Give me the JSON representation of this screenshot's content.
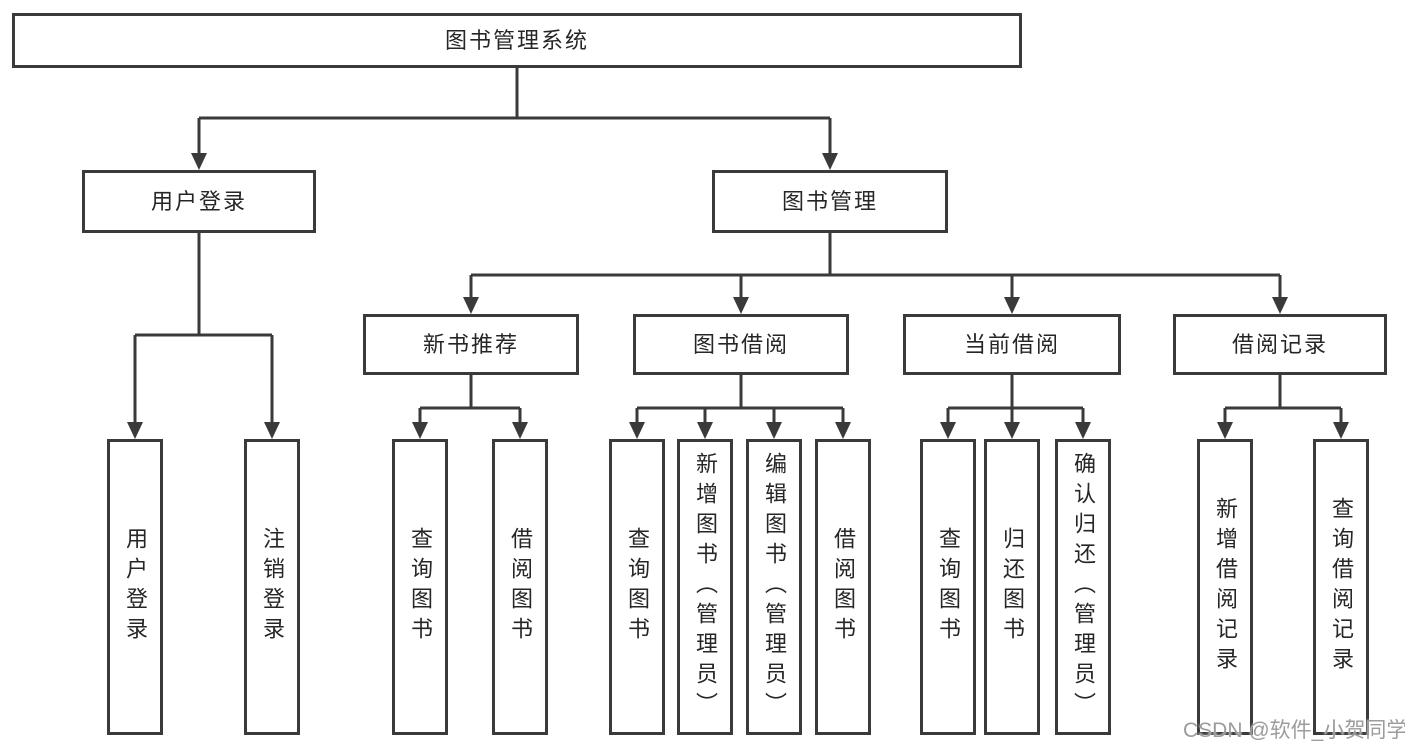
{
  "tree": {
    "label": "图书管理系统",
    "children": [
      {
        "label": "用户登录",
        "children": [
          {
            "label": "用户登录"
          },
          {
            "label": "注销登录"
          }
        ]
      },
      {
        "label": "图书管理",
        "children": [
          {
            "label": "新书推荐",
            "children": [
              {
                "label": "查询图书"
              },
              {
                "label": "借阅图书"
              }
            ]
          },
          {
            "label": "图书借阅",
            "children": [
              {
                "label": "查询图书"
              },
              {
                "label": "新增图书（管理员）"
              },
              {
                "label": "编辑图书（管理员）"
              },
              {
                "label": "借阅图书"
              }
            ]
          },
          {
            "label": "当前借阅",
            "children": [
              {
                "label": "查询图书"
              },
              {
                "label": "归还图书"
              },
              {
                "label": "确认归还（管理员）"
              }
            ]
          },
          {
            "label": "借阅记录",
            "children": [
              {
                "label": "新增借阅记录"
              },
              {
                "label": "查询借阅记录"
              }
            ]
          }
        ]
      }
    ]
  },
  "watermark": {
    "text": "CSDN @软件_小贺同学"
  },
  "colors": {
    "line": "#3a3a3a",
    "text": "#262626",
    "watermark_color": "#9c9c9c",
    "background": "#ffffff"
  }
}
